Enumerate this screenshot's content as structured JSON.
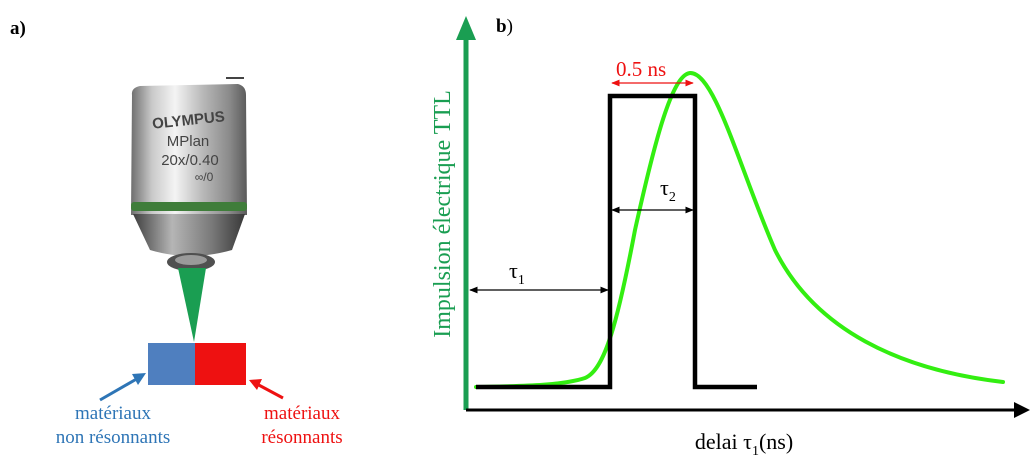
{
  "panel_a": {
    "label": "a)",
    "objective": {
      "brand": "OLYMPUS",
      "model": "MPlan",
      "spec": "20x/0.40",
      "spec2": "∞/0"
    },
    "materials": {
      "non_resonant": {
        "line1": "matériaux",
        "line2": "non résonnants",
        "color": "#2e75b6"
      },
      "resonant": {
        "line1": "matériaux",
        "line2": "résonnants",
        "color": "#ee1111"
      }
    },
    "block_colors": {
      "blue": "#4f7fbf",
      "red": "#ee1111"
    },
    "beam_color": "#1a9e52"
  },
  "panel_b": {
    "label": "b",
    "label_paren": ")",
    "y_axis_label": "Impulsion électrique TTL",
    "x_axis_label": "delai τ",
    "x_axis_sub": "1",
    "x_axis_unit": "(ns)",
    "tau1": {
      "symbol": "τ",
      "sub": "1"
    },
    "tau2": {
      "symbol": "τ",
      "sub": "2"
    },
    "width_annotation": "0.5 ns",
    "colors": {
      "axis": "#1a9e52",
      "pulse_curve": "#33ee11",
      "ttl": "#000000",
      "annotation": "#ee1111"
    }
  }
}
